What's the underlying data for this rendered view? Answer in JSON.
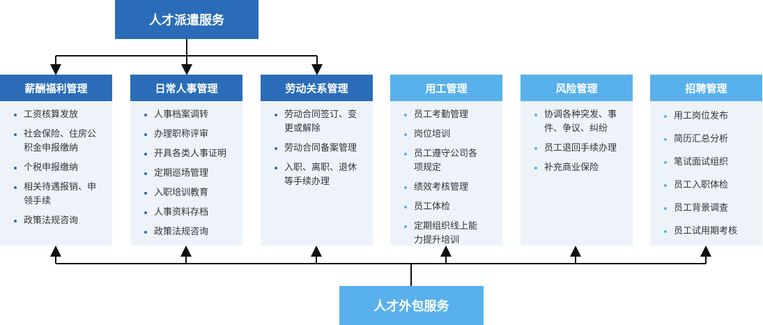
{
  "top_service": "人才派遣服务",
  "bottom_service": "人才外包服务",
  "columns": [
    {
      "title": "薪酬福利管理",
      "items": [
        "工资核算发放",
        "社会保险、住房公积金申报缴纳",
        "个税申报缴纳",
        "相关待遇报销、申领手续",
        "政策法规咨询"
      ]
    },
    {
      "title": "日常人事管理",
      "items": [
        "人事档案调转",
        "办理职称评审",
        "开具各类人事证明",
        "定期巡场管理",
        "入职培训教育",
        "人事资料存档",
        "政策法规咨询"
      ]
    },
    {
      "title": "劳动关系管理",
      "items": [
        "劳动合同签订、变更或解除",
        "劳动合同备案管理",
        "入职、离职、退休等手续办理"
      ]
    },
    {
      "title": "用工管理",
      "items": [
        "员工考勤管理",
        "岗位培训",
        "员工遵守公司各项规定",
        "绩效考核管理",
        "员工体检",
        "定期组织线上能力提升培训"
      ]
    },
    {
      "title": "风险管理",
      "items": [
        "协调各种突发、事件、争议、纠纷",
        "员工退回手续办理",
        "补充商业保险"
      ]
    },
    {
      "title": "招聘管理",
      "items": [
        "用工岗位发布",
        "简历汇总分析",
        "笔试面试组织",
        "员工入职体检",
        "员工背景调查",
        "员工试用期考核"
      ]
    }
  ],
  "colors": {
    "dark_blue": "#2b6cb8",
    "light_blue": "#58b1ec",
    "panel": "#eef3fa"
  }
}
